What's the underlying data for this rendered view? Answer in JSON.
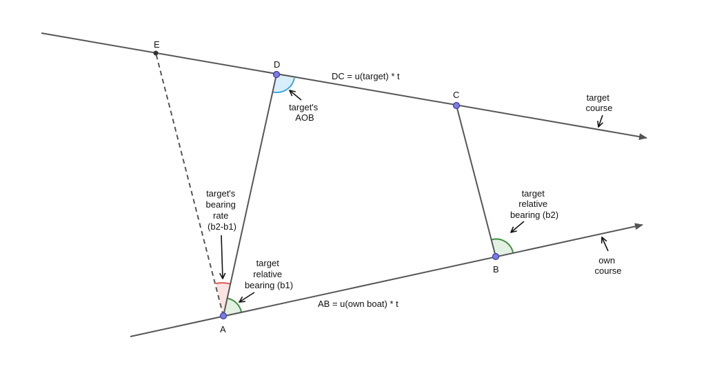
{
  "points": {
    "A": "A",
    "B": "B",
    "C": "C",
    "D": "D",
    "E": "E"
  },
  "labels": {
    "dc": "DC = u(target) * t",
    "ab": "AB = u(own boat) * t",
    "target_course": [
      "target",
      "course"
    ],
    "own_course": [
      "own",
      "course"
    ],
    "aob": [
      "target's",
      "AOB"
    ],
    "bearing_b2": [
      "target",
      "relative",
      "bearing (b2)"
    ],
    "bearing_b1": [
      "target",
      "relative",
      "bearing (b1)"
    ],
    "bearing_rate": [
      "target's",
      "bearing",
      "rate",
      "(b2-b1)"
    ]
  },
  "colors": {
    "line": "#555555",
    "point_fill": "#7b7be6",
    "point_stroke": "#3a3a9a",
    "aob_fill": "#d9eefb",
    "aob_stroke": "#3fa9e6",
    "b_fill": "#e3f1e3",
    "b_stroke": "#3e8f3e",
    "rate_fill": "#fbe3e3",
    "rate_stroke": "#e05555"
  }
}
